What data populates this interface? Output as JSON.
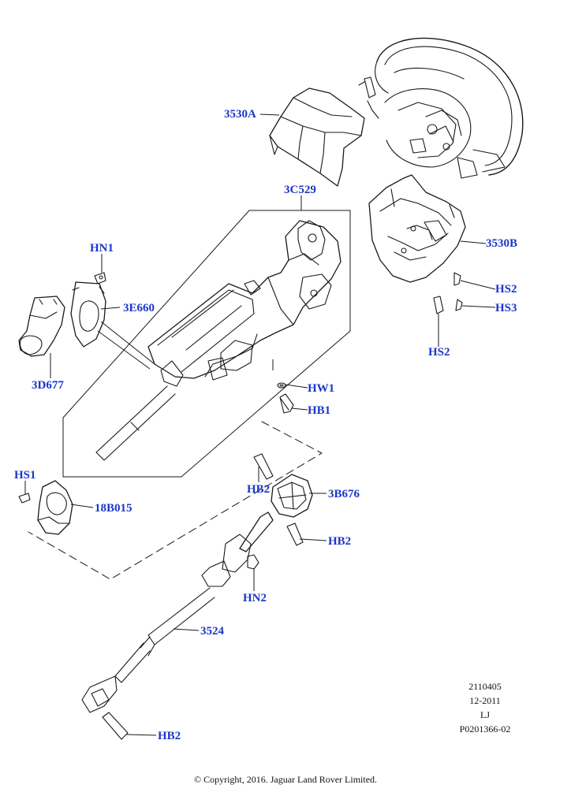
{
  "callouts": {
    "c_3530A": "3530A",
    "c_3C529": "3C529",
    "c_HN1": "HN1",
    "c_3E660": "3E660",
    "c_3D677": "3D677",
    "c_3530B": "3530B",
    "c_HS2a": "HS2",
    "c_HS3": "HS3",
    "c_HS2b": "HS2",
    "c_HW1": "HW1",
    "c_HB1": "HB1",
    "c_HS1": "HS1",
    "c_18B015": "18B015",
    "c_HB2a": "HB2",
    "c_3B676": "3B676",
    "c_HB2b": "HB2",
    "c_HN2": "HN2",
    "c_3524": "3524",
    "c_HB2c": "HB2"
  },
  "metadata": {
    "code": "2110405",
    "date": "12-2011",
    "initials": "LJ",
    "part_ref": "P0201366-02"
  },
  "footer": {
    "copyright": "© Copyright, 2016. Jaguar Land Rover Limited."
  },
  "colors": {
    "callout_text": "#1a36c8",
    "line_art": "#1a1a1a"
  }
}
